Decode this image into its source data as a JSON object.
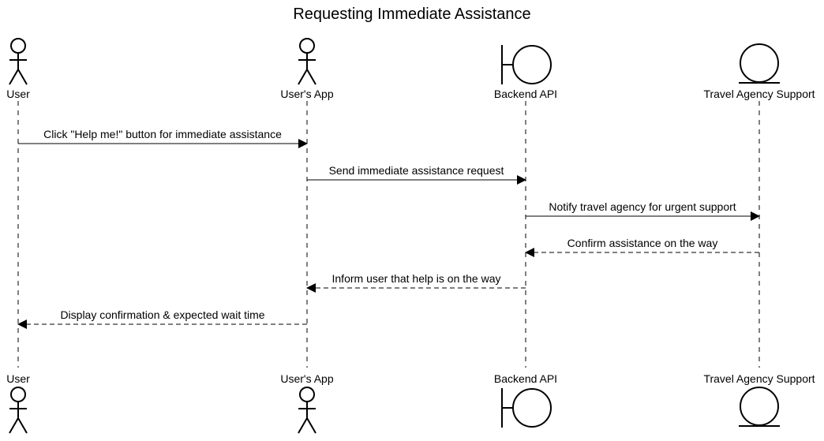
{
  "diagram": {
    "title": "Requesting Immediate Assistance",
    "participants": [
      {
        "id": "user",
        "label": "User",
        "kind": "actor"
      },
      {
        "id": "app",
        "label": "User's App",
        "kind": "actor"
      },
      {
        "id": "api",
        "label": "Backend API",
        "kind": "boundary"
      },
      {
        "id": "support",
        "label": "Travel Agency Support",
        "kind": "entity"
      }
    ],
    "messages": [
      {
        "from": "user",
        "to": "app",
        "label": "Click \"Help me!\" button for immediate assistance",
        "style": "solid"
      },
      {
        "from": "app",
        "to": "api",
        "label": "Send immediate assistance request",
        "style": "solid"
      },
      {
        "from": "api",
        "to": "support",
        "label": "Notify travel agency for urgent support",
        "style": "solid"
      },
      {
        "from": "support",
        "to": "api",
        "label": "Confirm assistance on the way",
        "style": "dashed"
      },
      {
        "from": "api",
        "to": "app",
        "label": "Inform user that help is on the way",
        "style": "dashed"
      },
      {
        "from": "app",
        "to": "user",
        "label": "Display confirmation & expected wait time",
        "style": "dashed"
      }
    ]
  }
}
